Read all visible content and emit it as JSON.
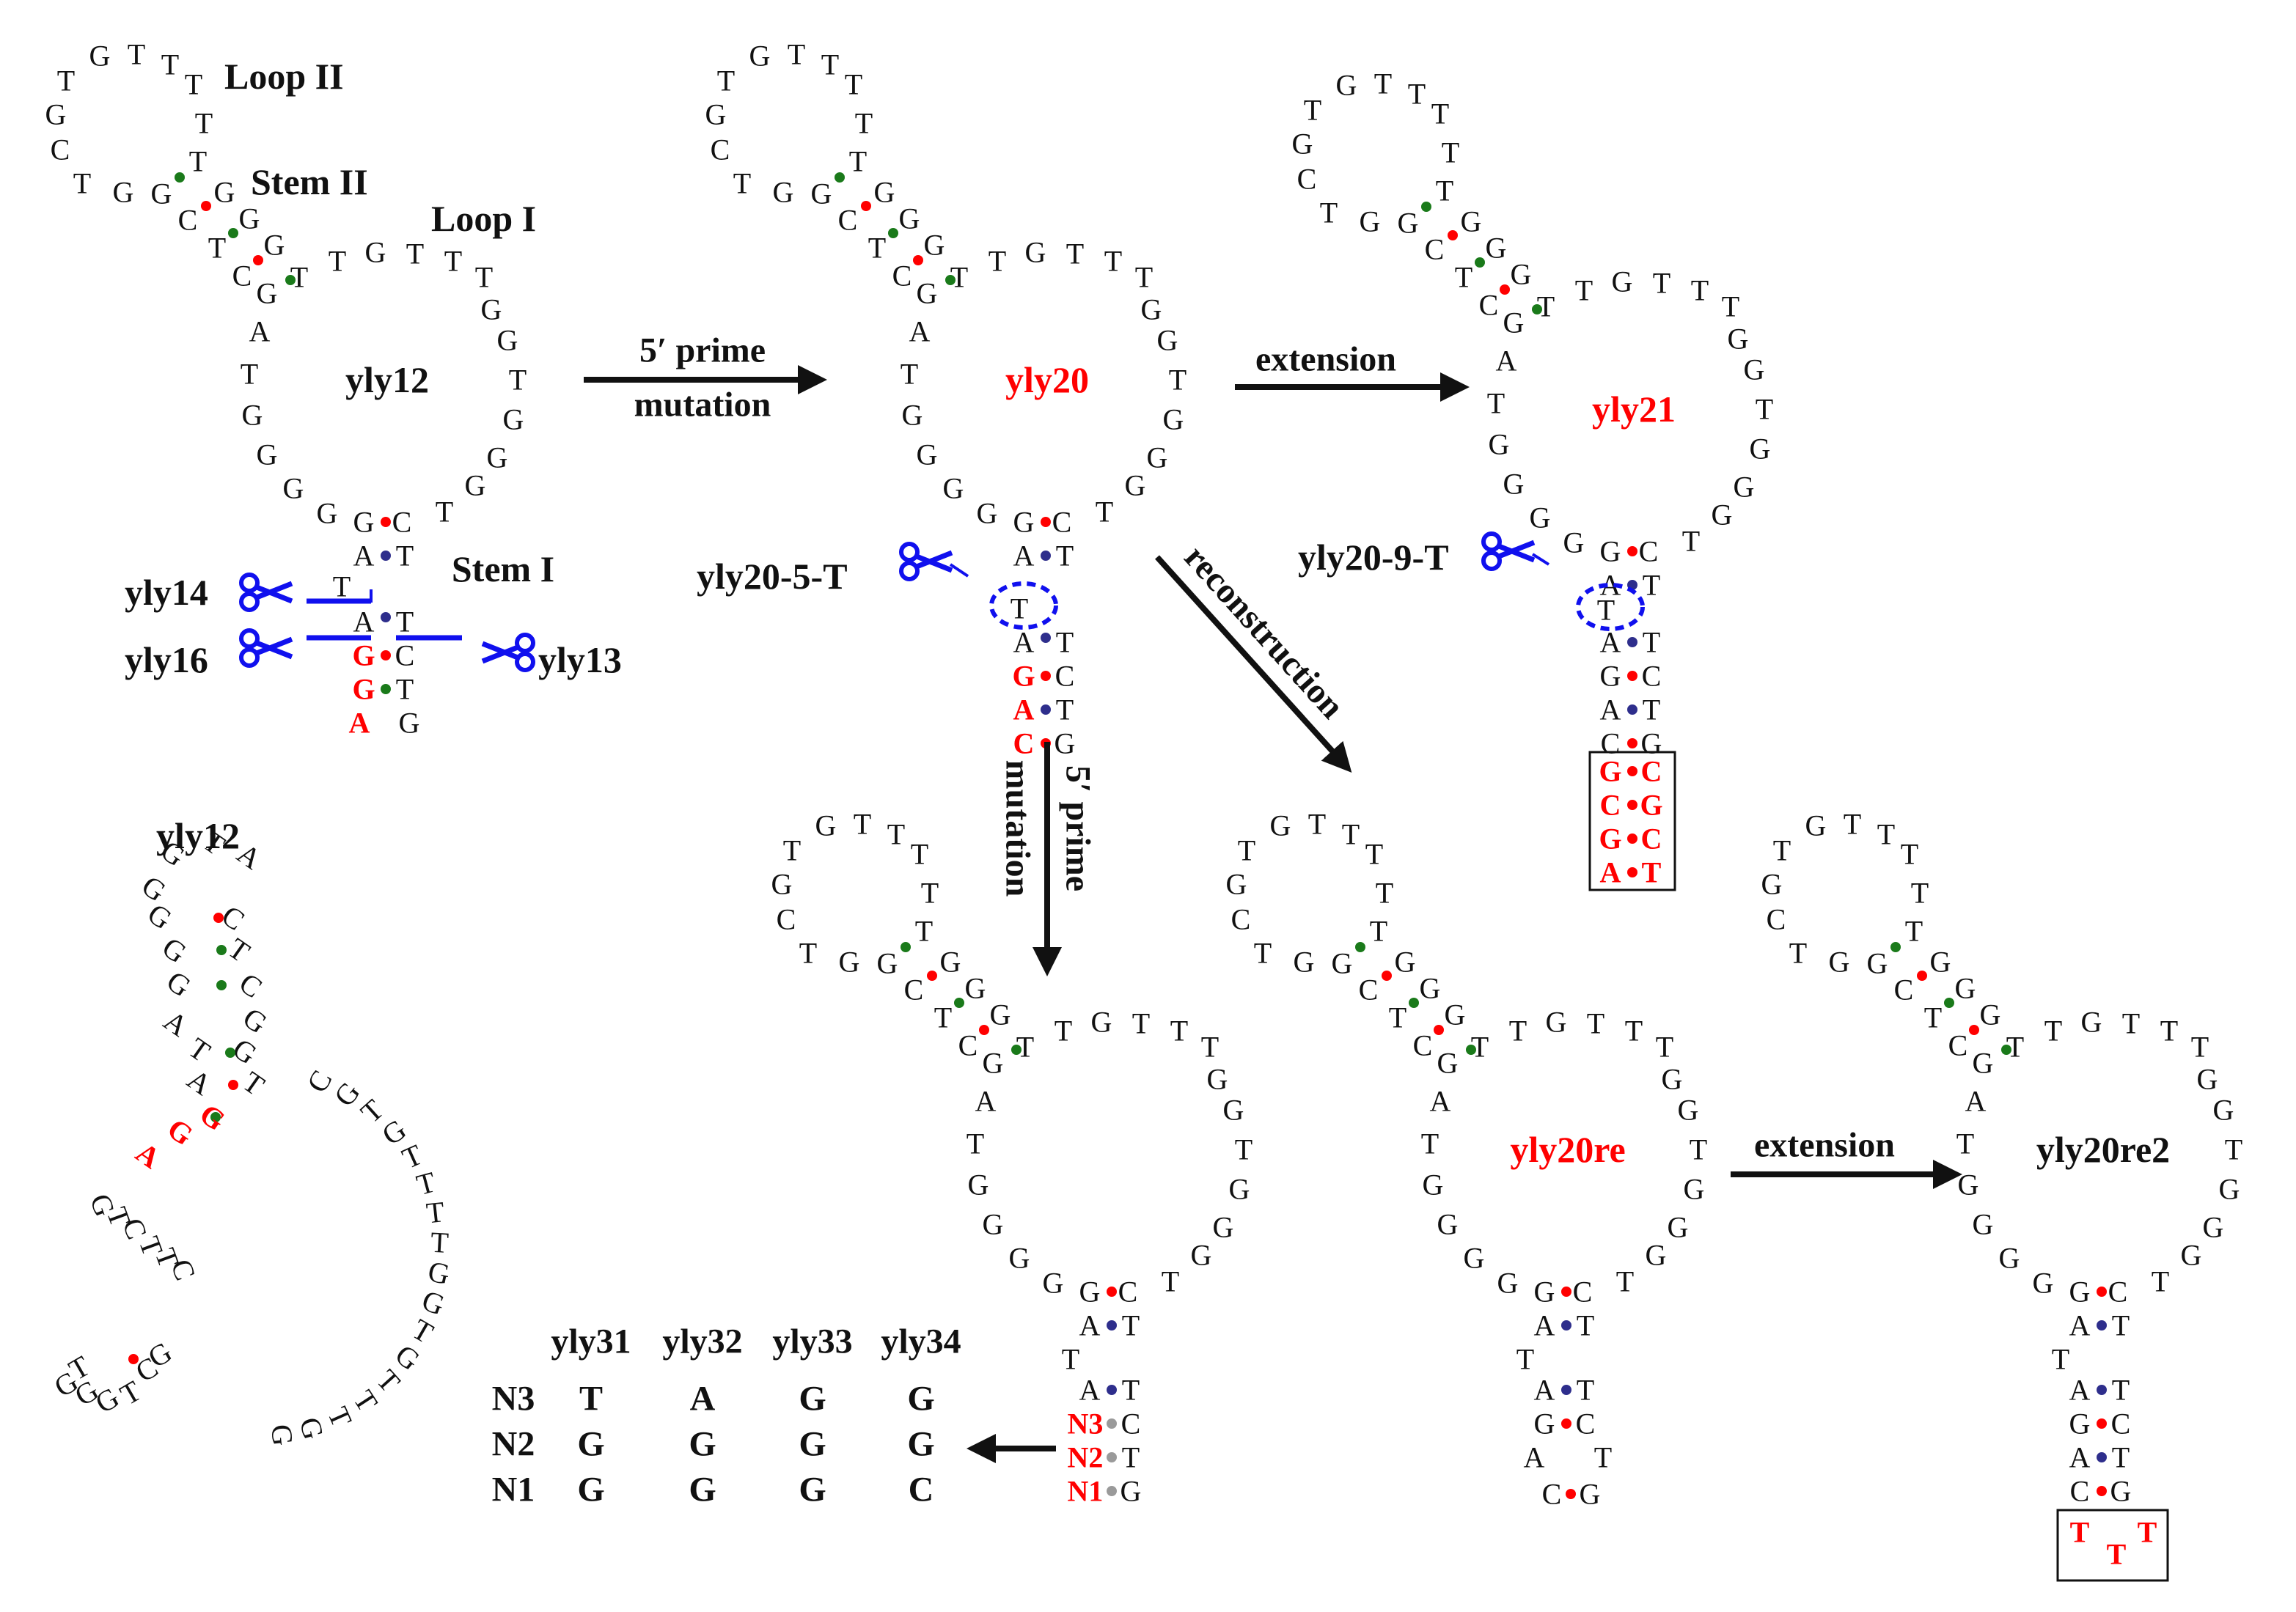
{
  "colors": {
    "ink": "#111111",
    "red": "#ff0000",
    "green": "#1a7a1a",
    "blue": "#1010ee",
    "navy": "#2e2e8c",
    "gray": "#9a9a9a"
  },
  "structures": {
    "yly12": {
      "name": "yly12",
      "loop2": "Loop II",
      "stem2": "Stem II",
      "loop1": "Loop I",
      "stem1": "Stem I"
    },
    "yly20": {
      "name": "yly20"
    },
    "yly21": {
      "name": "yly21"
    },
    "yly20re": {
      "name": "yly20re"
    },
    "yly20re2": {
      "name": "yly20re2"
    },
    "mutant": {
      "name": ""
    },
    "yly12_alt": {
      "name": "yly12"
    }
  },
  "cleavage_labels": {
    "yly14": "yly14",
    "yly16": "yly16",
    "yly13": "yly13",
    "yly20_5T": "yly20-5-T",
    "yly20_9T": "yly20-9-T"
  },
  "arrows": {
    "a1_line1": "5′ prime",
    "a1_line2": "mutation",
    "a2": "extension",
    "a3": "reconstruction",
    "a4_line1": "5′ prime",
    "a4_line2": "mutation",
    "a5": "extension"
  },
  "variant_table": {
    "columns": [
      "yly31",
      "yly32",
      "yly33",
      "yly34"
    ],
    "rows": [
      {
        "label": "N3",
        "values": [
          "T",
          "A",
          "G",
          "G"
        ]
      },
      {
        "label": "N2",
        "values": [
          "G",
          "G",
          "G",
          "G"
        ]
      },
      {
        "label": "N1",
        "values": [
          "G",
          "G",
          "G",
          "C"
        ]
      }
    ]
  },
  "stem_tails": {
    "yly12_red": [
      "G",
      "G",
      "A"
    ],
    "yly12_right": [
      "C",
      "T",
      "G"
    ],
    "yly20_red": [
      "G",
      "A",
      "C"
    ],
    "yly20_right": [
      "C",
      "T",
      "G"
    ],
    "yly21_box": [
      [
        "G",
        "C"
      ],
      [
        "C",
        "G"
      ],
      [
        "G",
        "C"
      ],
      [
        "A",
        "T"
      ]
    ],
    "yly20re2_box": [
      "T",
      "T",
      "T"
    ],
    "mutant_n": [
      "N3",
      "N2",
      "N1"
    ],
    "mutant_right": [
      "C",
      "T",
      "G"
    ]
  }
}
